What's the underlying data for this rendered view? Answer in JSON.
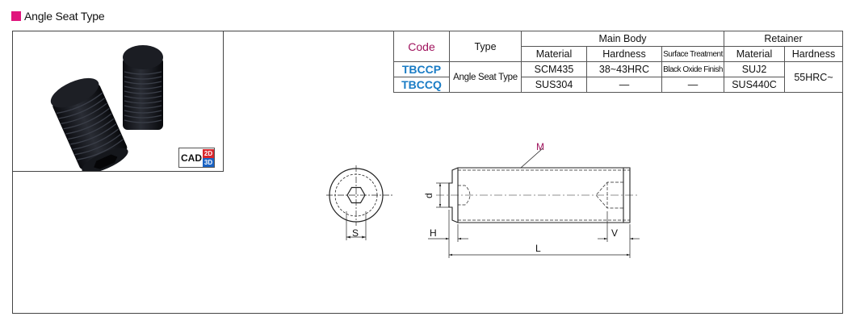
{
  "header": {
    "title": "Angle Seat Type"
  },
  "cad": {
    "label": "CAD",
    "badge_2d": "2D",
    "badge_3d": "3D"
  },
  "table": {
    "col_code": "Code",
    "col_type": "Type",
    "group_main": "Main Body",
    "group_retainer": "Retainer",
    "sub_material": "Material",
    "sub_hardness": "Hardness",
    "sub_surface": "Surface Treatment",
    "sub_ret_material": "Material",
    "sub_ret_hardness": "Hardness",
    "type_value": "Angle Seat Type",
    "ret_hardness_value": "55HRC~",
    "rows": [
      {
        "code": "TBCCP",
        "material": "SCM435",
        "hardness": "38~43HRC",
        "surface": "Black Oxide Finish",
        "ret_material": "SUJ2"
      },
      {
        "code": "TBCCQ",
        "material": "SUS304",
        "hardness": "—",
        "surface": "—",
        "ret_material": "SUS440C"
      }
    ]
  },
  "drawing": {
    "label_M": "M",
    "label_d": "d",
    "label_S": "S",
    "label_H": "H",
    "label_V": "V",
    "label_L": "L",
    "accent_color": "#a0145e"
  }
}
